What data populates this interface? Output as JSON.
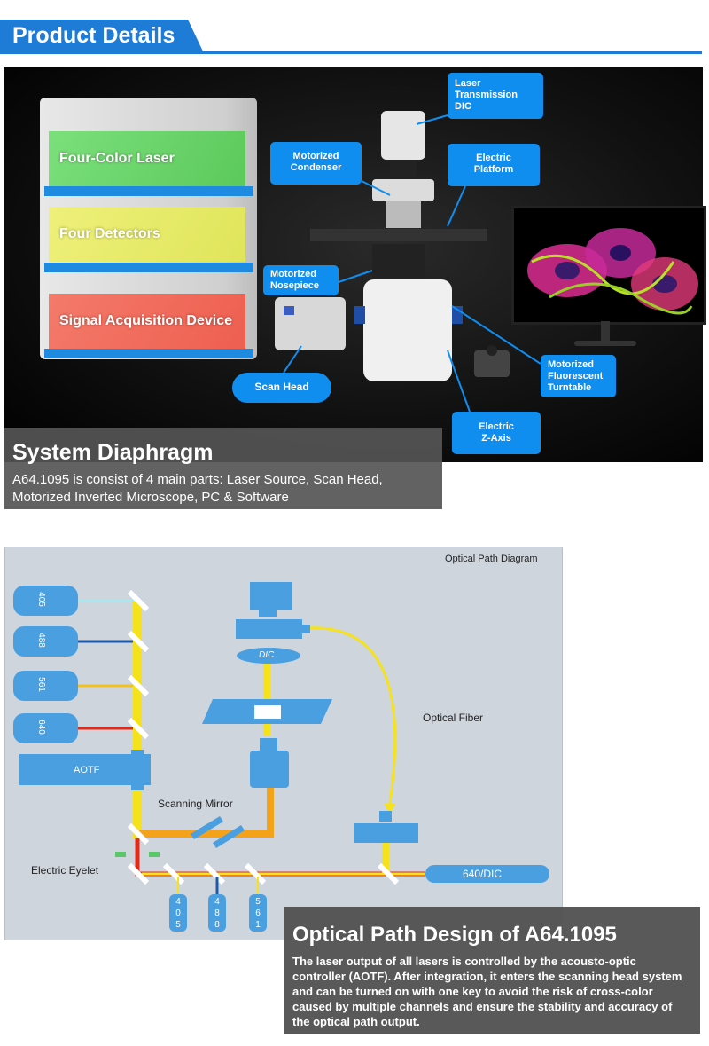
{
  "header": {
    "title": "Product Details"
  },
  "system": {
    "blocks": {
      "laser": "Four-Color Laser",
      "detectors": "Four Detectors",
      "acquisition": "Signal Acquisition Device"
    },
    "callouts": {
      "laser_dic": "Laser\nTransmission DIC",
      "condenser": "Motorized\nCondenser",
      "platform": "Electric\nPlatform",
      "nosepiece": "Motorized\nNosepiece",
      "scan_head": "Scan Head",
      "turntable": "Motorized\nFluorescent\nTurntable",
      "z_axis": "Electric\nZ-Axis"
    },
    "caption_title": "System Diaphragm",
    "caption_text": "A64.1095 is consist of 4 main parts: Laser Source, Scan Head, Motorized Inverted Microscope, PC & Software"
  },
  "optical": {
    "diagram_title": "Optical Path Diagram",
    "lasers": [
      "405",
      "488",
      "561",
      "640"
    ],
    "aotf": "AOTF",
    "dic": "DIC",
    "optical_fiber": "Optical Fiber",
    "scanning_mirror": "Scanning Mirror",
    "electric_eyelet": "Electric Eyelet",
    "detector_640": "640/DIC",
    "detectors": [
      [
        "4",
        "0",
        "5"
      ],
      [
        "4",
        "8",
        "8"
      ],
      [
        "5",
        "6",
        "1"
      ]
    ],
    "caption_title": "Optical Path Design of A64.1095",
    "caption_text": "The laser output of all lasers is controlled by the acousto-optic controller (AOTF). After integration, it enters the scanning head system and can be turned on with one key to avoid the risk of cross-color caused by multiple channels and ensure the stability and accuracy of the optical path output."
  },
  "colors": {
    "accent": "#1f7cd6",
    "callout": "#0f8ef0",
    "laser_405": "#a8e6f0",
    "laser_488": "#1f5aa8",
    "laser_561": "#f2c21b",
    "laser_640": "#e02a1a",
    "combined_path": "#f6e21a",
    "orange_path": "#f5a21b"
  }
}
